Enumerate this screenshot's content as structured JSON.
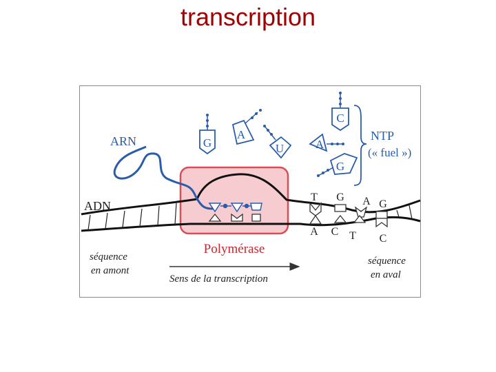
{
  "title": "transcription",
  "diagram": {
    "rna_label": "ARN",
    "dna_label": "ADN",
    "ntp_label": "NTP",
    "ntp_note": "(« fuel »)",
    "polymerase_label": "Polymérase",
    "upstream_line1": "séquence",
    "upstream_line2": "en amont",
    "downstream_line1": "séquence",
    "downstream_line2": "en aval",
    "direction_label": "Sens de la transcription",
    "free_ntps": [
      "G",
      "A",
      "U",
      "A",
      "C",
      "G"
    ],
    "top_strand_bases": [
      "T",
      "G",
      "A",
      "G"
    ],
    "bottom_strand_bases": [
      "A",
      "C",
      "T",
      "C"
    ]
  },
  "colors": {
    "title": "#a00000",
    "blue": "#2a5caa",
    "polymerase_fill": "#f6c7cb",
    "polymerase_stroke": "#d43a44"
  }
}
